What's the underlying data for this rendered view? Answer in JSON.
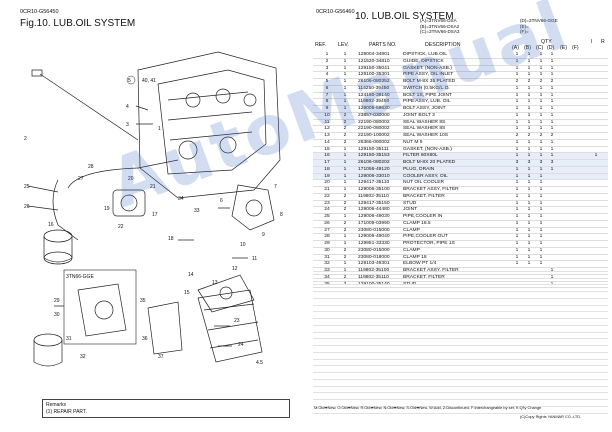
{
  "left": {
    "page_code": "0CR10-G56450",
    "fig_title": "Fig.10.  LUB.OIL SYSTEM",
    "remarks_title": "Remarks",
    "remarks_line": "(1) REPAIR PART.",
    "callouts": [
      "1",
      "2",
      "3",
      "4",
      "5",
      "6",
      "7",
      "8",
      "9",
      "10",
      "11",
      "12",
      "13",
      "14",
      "15",
      "16",
      "17",
      "18",
      "19",
      "20",
      "21",
      "22",
      "23",
      "24",
      "25",
      "26",
      "27",
      "28",
      "29",
      "30",
      "31",
      "32",
      "33",
      "34",
      "35",
      "36",
      "37"
    ],
    "callout_notes": [
      "40, 41",
      "3TN66-GGE",
      "4.5"
    ]
  },
  "watermark": "AutoManual",
  "right": {
    "page_code": "0CR10-G56460",
    "title": "10.  LUB.OIL SYSTEM",
    "legend_left": [
      "(A)=3TNV66-DSA",
      "(B)=3TNV66-DSA2",
      "(C)=3TNV66-DSA3"
    ],
    "legend_right": [
      "(D)=3TNV66-GGE",
      "(E)=",
      "(F)="
    ],
    "header": {
      "ref": "REF.",
      "lev": "LEV.",
      "parts": "PARTS NO.",
      "desc": "DESCRIPTION",
      "qty": "QTY",
      "i": "I",
      "r": "R",
      "cols": [
        "(A)",
        "(B)",
        "(C)",
        "(D)",
        "(E)",
        "(F)"
      ]
    },
    "rows": [
      [
        "1",
        "1",
        "129004-34801",
        "DIPSTICK, LUB.OIL",
        "1",
        "1",
        "1",
        "1"
      ],
      [
        "2",
        "1",
        "121520-34810",
        "GUIDE, DIPSTICK",
        "1",
        "1",
        "1",
        "1"
      ],
      [
        "3",
        "1",
        "129150-35041",
        "GASKET, (NON-ASB.)",
        "1",
        "1",
        "1",
        "1"
      ],
      [
        "4",
        "1",
        "129100-35301",
        "PIPE ASSY, OIL INLET",
        "1",
        "1",
        "1",
        "1"
      ],
      [
        "5",
        "1",
        "26106-080352",
        "BOLT M-8X 35 PLATED",
        "2",
        "2",
        "2",
        "2"
      ],
      [
        "6",
        "1",
        "114250-39450",
        "SWITCH (0.5KG/L.O.",
        "1",
        "1",
        "1",
        "1"
      ],
      [
        "7",
        "1",
        "124160-39140",
        "BOLT 1S, PIPE JOINT",
        "1",
        "1",
        "1",
        "1"
      ],
      [
        "8",
        "1",
        "119802-39450",
        "PIPE ASSY, LUB. OIL",
        "1",
        "1",
        "1",
        "1"
      ],
      [
        "9",
        "1",
        "129005-59630",
        "BOLT ASSY, JOINT",
        "1",
        "1",
        "1",
        "1"
      ],
      [
        "10",
        "2",
        "23857-030000",
        "JOINT BOLT 3",
        "1",
        "1",
        "1",
        "1"
      ],
      [
        "11",
        "2",
        "22190-080002",
        "SEAL WASHER 8S",
        "1",
        "1",
        "1",
        "1"
      ],
      [
        "12",
        "2",
        "22190-080002",
        "SEAL WASHER 8S",
        "1",
        "1",
        "1",
        "1"
      ],
      [
        "13",
        "2",
        "22190-100002",
        "SEAL WASHER 10S",
        "2",
        "2",
        "2",
        "2"
      ],
      [
        "14",
        "2",
        "26366-060002",
        "NUT M 6",
        "1",
        "1",
        "1",
        "1"
      ],
      [
        "15",
        "1",
        "129150-35111",
        "GASKET, (NON-ASB.)",
        "1",
        "1",
        "1",
        "1"
      ],
      [
        "16",
        "1",
        "129150-35153",
        "FILTER 60X80L",
        "1",
        "1",
        "1",
        "1"
      ],
      [
        "17",
        "1",
        "26106-080202",
        "BOLT M-8X 20 PLATED",
        "3",
        "3",
        "3",
        "3"
      ],
      [
        "18",
        "1",
        "171056-49120",
        "PLUG, DRAIN",
        "1",
        "1",
        "1",
        "1"
      ],
      [
        "19",
        "1",
        "129006-33010",
        "COOLER ASSY, OIL",
        "1",
        "1",
        "1",
        ""
      ],
      [
        "20",
        "1",
        "129417-35110",
        "NUT OIL COOLER",
        "1",
        "1",
        "1",
        ""
      ],
      [
        "21",
        "1",
        "129006-35100",
        "BRACKET ASSY, FILTER",
        "1",
        "1",
        "1",
        ""
      ],
      [
        "22",
        "2",
        "119802-35110",
        "BRACKET, FILTER",
        "1",
        "1",
        "1",
        ""
      ],
      [
        "23",
        "2",
        "129417-35150",
        "STUD",
        "1",
        "1",
        "1",
        ""
      ],
      [
        "24",
        "2",
        "129006-44480",
        "JOINT",
        "1",
        "1",
        "1",
        ""
      ],
      [
        "25",
        "1",
        "129006-49030",
        "PIPE,COOLER IN",
        "1",
        "1",
        "1",
        ""
      ],
      [
        "26",
        "2",
        "171009-03990",
        "CLAMP 18.5",
        "1",
        "1",
        "1",
        ""
      ],
      [
        "27",
        "2",
        "23080-015000",
        "CLAMP",
        "1",
        "1",
        "1",
        ""
      ],
      [
        "28",
        "1",
        "129006-49040",
        "PIPE,COOLER OUT",
        "1",
        "1",
        "1",
        ""
      ],
      [
        "29",
        "1",
        "129951-33330",
        "PROTECTOR, PIPE 1S",
        "1",
        "1",
        "1",
        ""
      ],
      [
        "30",
        "2",
        "23080-015000",
        "CLAMP",
        "1",
        "1",
        "1",
        ""
      ],
      [
        "31",
        "2",
        "23080-018000",
        "CLAMP 18",
        "1",
        "1",
        "1",
        ""
      ],
      [
        "32",
        "1",
        "129103-49301",
        "ELBOW PT 1/4",
        "1",
        "1",
        "1",
        ""
      ],
      [
        "33",
        "1",
        "119802-35100",
        "BRACKET ASSY, FILTER",
        "",
        "",
        "",
        "1"
      ],
      [
        "34",
        "2",
        "119802-35110",
        "BRACKET, FILTER",
        "",
        "",
        "",
        "1"
      ],
      [
        "35",
        "2",
        "129100-35140",
        "STUD",
        "",
        "",
        "",
        "1"
      ]
    ],
    "row16_i": "1",
    "footer": "M:Old➡New, O:Old➡New, R:Old➡New, N:Old➡New, S:Old➡New, W:Add, Z:Discontinued, F:Interchangeable by set, K:Q'ty Change",
    "copyright": "(C)Copy Rights YANMAR CO.,LTD."
  },
  "colors": {
    "ink": "#111111",
    "watermark": "#3c6ec8",
    "highlight": "#a0bde6"
  }
}
